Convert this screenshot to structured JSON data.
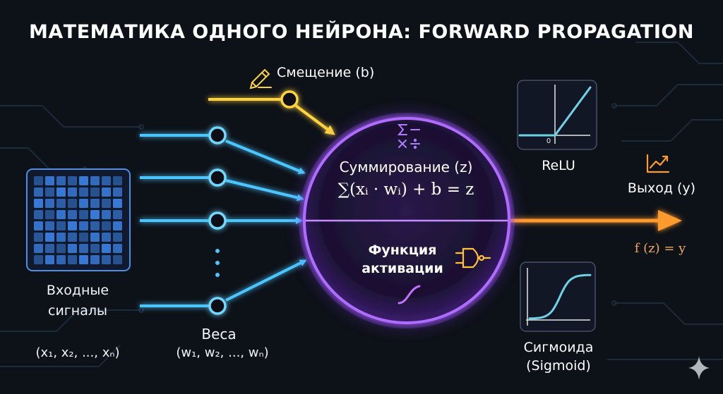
{
  "title": "МАТЕМАТИКА ОДНОГО НЕЙРОНА: FORWARD PROPAGATION",
  "bias": {
    "label": "Смещение (b)"
  },
  "inputs": {
    "label_line1": "Входные",
    "label_line2": "сигналы",
    "formula": "(x₁, x₂, ..., xₙ)"
  },
  "weights": {
    "label": "Веса",
    "formula": "(w₁, w₂, ..., wₙ)"
  },
  "neuron": {
    "sum_label": "Суммирование (z)",
    "sum_formula": "∑(xᵢ · wᵢ) + b = z",
    "activation_line1": "Функция",
    "activation_line2": "активации"
  },
  "relu": {
    "label": "ReLU",
    "zero_tick": "0"
  },
  "sigmoid": {
    "label_line1": "Сигмоида",
    "label_line2": "(Sigmoid)"
  },
  "output": {
    "label": "Выход (y)",
    "formula": "f (z) = y"
  },
  "colors": {
    "background": "#0d1118",
    "input_lines": "#4cc6ff",
    "bias_line": "#ffd23f",
    "neuron_glow": "#a45cff",
    "output_arrow": "#ff9a2e",
    "curve": "#6fd3e8",
    "grid_cell": "#3a7fe0"
  },
  "icons": {
    "bias": "pencil-icon",
    "output": "chart-up-icon",
    "math": "math-symbols-icon",
    "gate": "logic-gate-icon",
    "curve": "s-curve-icon",
    "sparkle": "sparkle-icon"
  }
}
